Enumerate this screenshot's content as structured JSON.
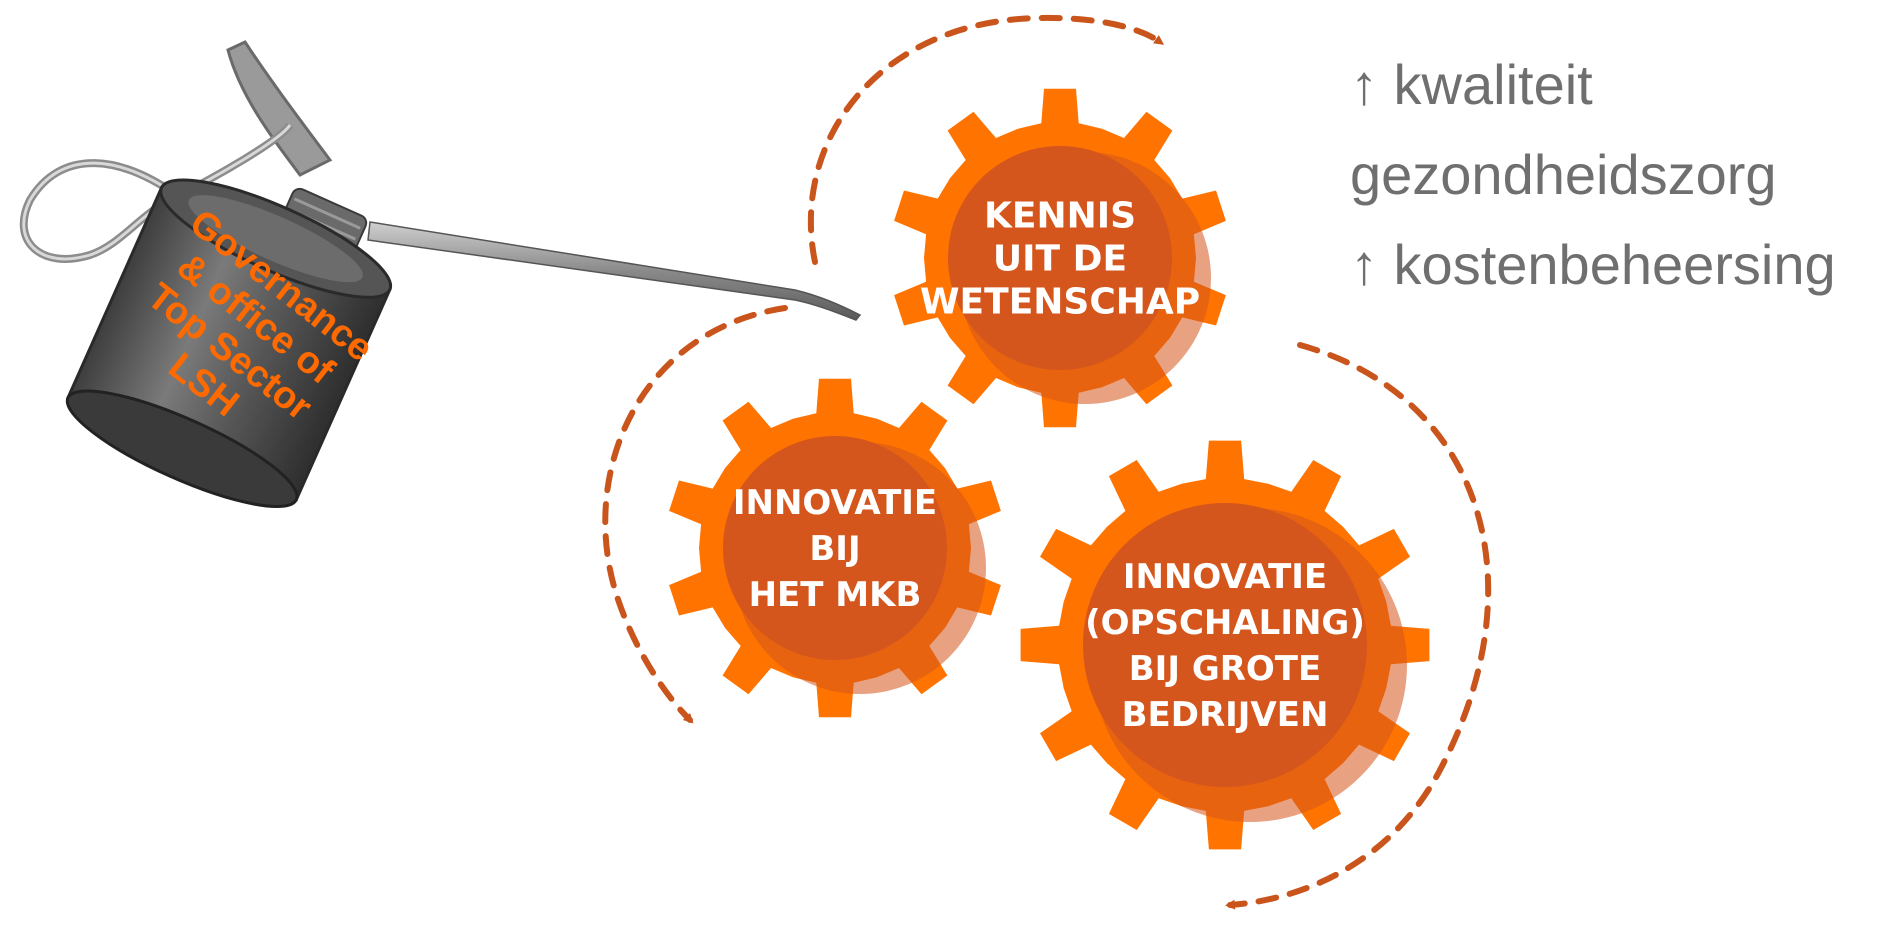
{
  "oil_can": {
    "label_lines": [
      "Governance",
      "& office of",
      "Top Sector",
      "LSH"
    ]
  },
  "gears": [
    {
      "id": "kennis",
      "lines": [
        "KENNIS",
        "UIT DE",
        "WETENSCHAP"
      ]
    },
    {
      "id": "mkb",
      "lines": [
        "INNOVATIE",
        "BIJ",
        "HET MKB"
      ]
    },
    {
      "id": "grote",
      "lines": [
        "INNOVATIE",
        "(OPSCHALING)",
        "BIJ GROTE",
        "BEDRIJVEN"
      ]
    }
  ],
  "results": [
    "↑ kwaliteit",
    "gezondheidszorg",
    "↑ kostenbeheersing"
  ],
  "colors": {
    "gear_outer": "#ff7300",
    "gear_inner": "#d5561c",
    "arrow": "#c9541c",
    "can_label": "#ff6a00",
    "results_text": "#6f6f6f"
  }
}
